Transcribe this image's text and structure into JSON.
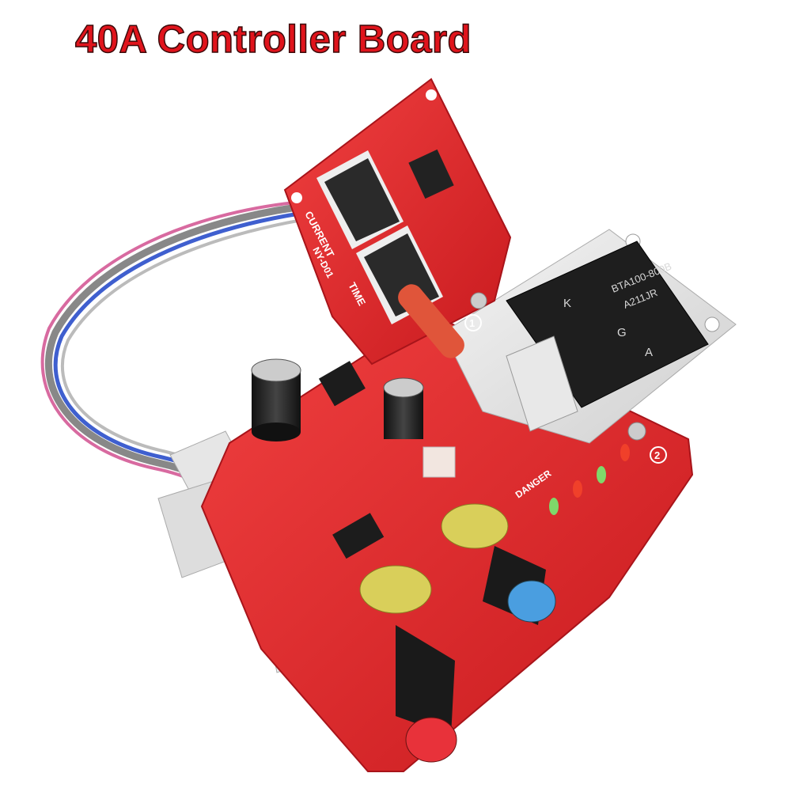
{
  "title": "40A Controller Board",
  "board_labels": {
    "current": "CURRENT",
    "time": "TIME",
    "model": "NY-D01",
    "danger": "DANGER",
    "terminal_1": "1",
    "terminal_2": "2"
  },
  "triac": {
    "part_number": "BTA100-800B",
    "lot_code": "A211JR",
    "pin_k": "K",
    "pin_g": "G",
    "pin_a": "A"
  },
  "colors": {
    "title": "#e0141c",
    "pcb": "#e3262a",
    "knob_current": "#e8323a",
    "knob_time": "#4a9ee0",
    "led_red": "#f0402a",
    "led_green": "#7fd86a"
  }
}
